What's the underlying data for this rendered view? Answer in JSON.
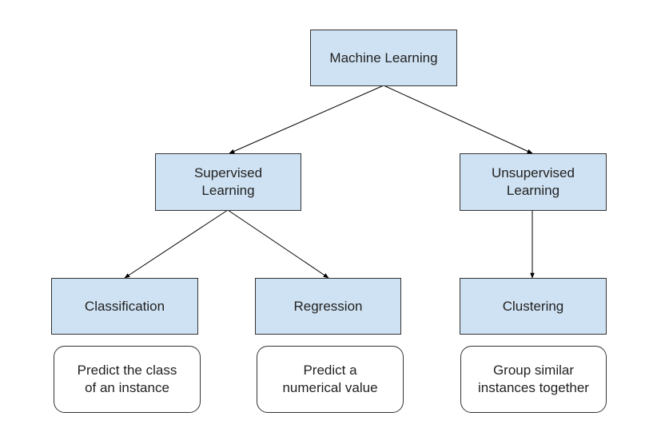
{
  "diagram": {
    "root": {
      "label": "Machine Learning"
    },
    "supervised": {
      "line1": "Supervised",
      "line2": "Learning"
    },
    "unsupervised": {
      "line1": "Unsupervised",
      "line2": "Learning"
    },
    "classification": {
      "label": "Classification",
      "desc_line1": "Predict the class",
      "desc_line2": "of an instance"
    },
    "regression": {
      "label": "Regression",
      "desc_line1": "Predict a",
      "desc_line2": "numerical value"
    },
    "clustering": {
      "label": "Clustering",
      "desc_line1": "Group similar",
      "desc_line2": "instances together"
    }
  },
  "colors": {
    "box_fill": "#cfe2f3",
    "border": "#333333",
    "edge": "#000000",
    "text": "#222222"
  }
}
